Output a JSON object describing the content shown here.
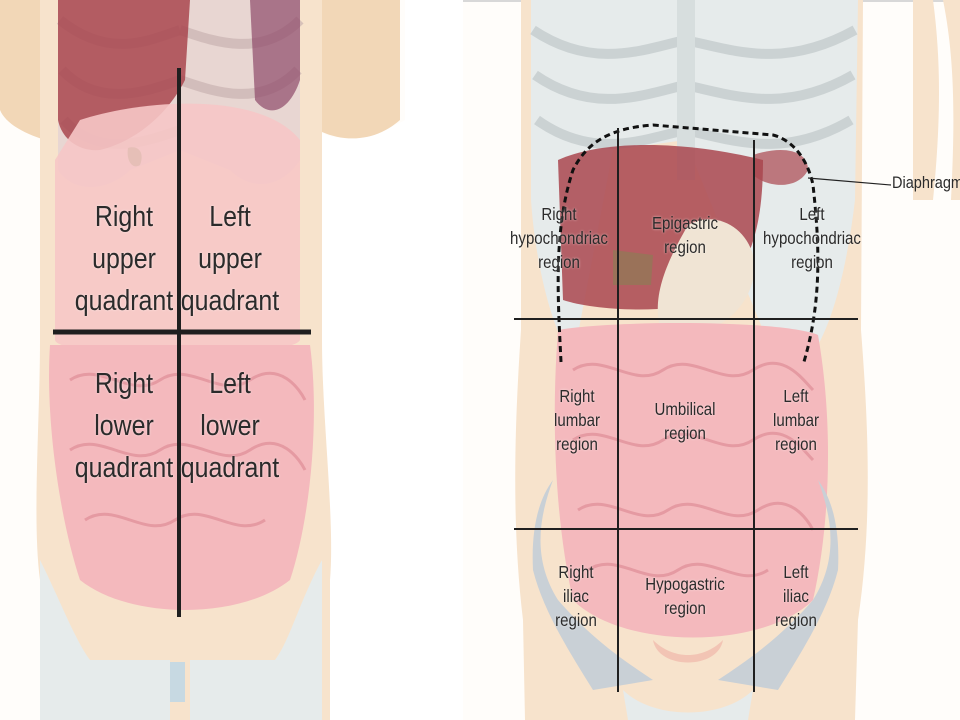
{
  "quadrants": {
    "ruq": {
      "line1": "Right",
      "line2": "upper",
      "line3": "quadrant"
    },
    "luq": {
      "line1": "Left",
      "line2": "upper",
      "line3": "quadrant"
    },
    "rlq": {
      "line1": "Right",
      "line2": "lower",
      "line3": "quadrant"
    },
    "llq": {
      "line1": "Left",
      "line2": "lower",
      "line3": "quadrant"
    }
  },
  "regions": {
    "right_hypochondriac": {
      "line1": "Right",
      "line2": "hypochondriac",
      "line3": "region"
    },
    "epigastric": {
      "line1": "Epigastric",
      "line2": "region"
    },
    "left_hypochondriac": {
      "line1": "Left",
      "line2": "hypochondriac",
      "line3": "region"
    },
    "right_lumbar": {
      "line1": "Right",
      "line2": "lumbar",
      "line3": "region"
    },
    "umbilical": {
      "line1": "Umbilical",
      "line2": "region"
    },
    "left_lumbar": {
      "line1": "Left",
      "line2": "lumbar",
      "line3": "region"
    },
    "right_iliac": {
      "line1": "Right",
      "line2": "iliac",
      "line3": "region"
    },
    "hypogastric": {
      "line1": "Hypogastric",
      "line2": "region"
    },
    "left_iliac": {
      "line1": "Left",
      "line2": "iliac",
      "line3": "region"
    }
  },
  "diaphragm_label": "Diaphragm",
  "colors": {
    "skin": "#f5dfc6",
    "bone": "#e6ebeb",
    "liver": "#a9464f",
    "intestine": "#f4b9bd",
    "division_line": "#1f1f1f"
  }
}
